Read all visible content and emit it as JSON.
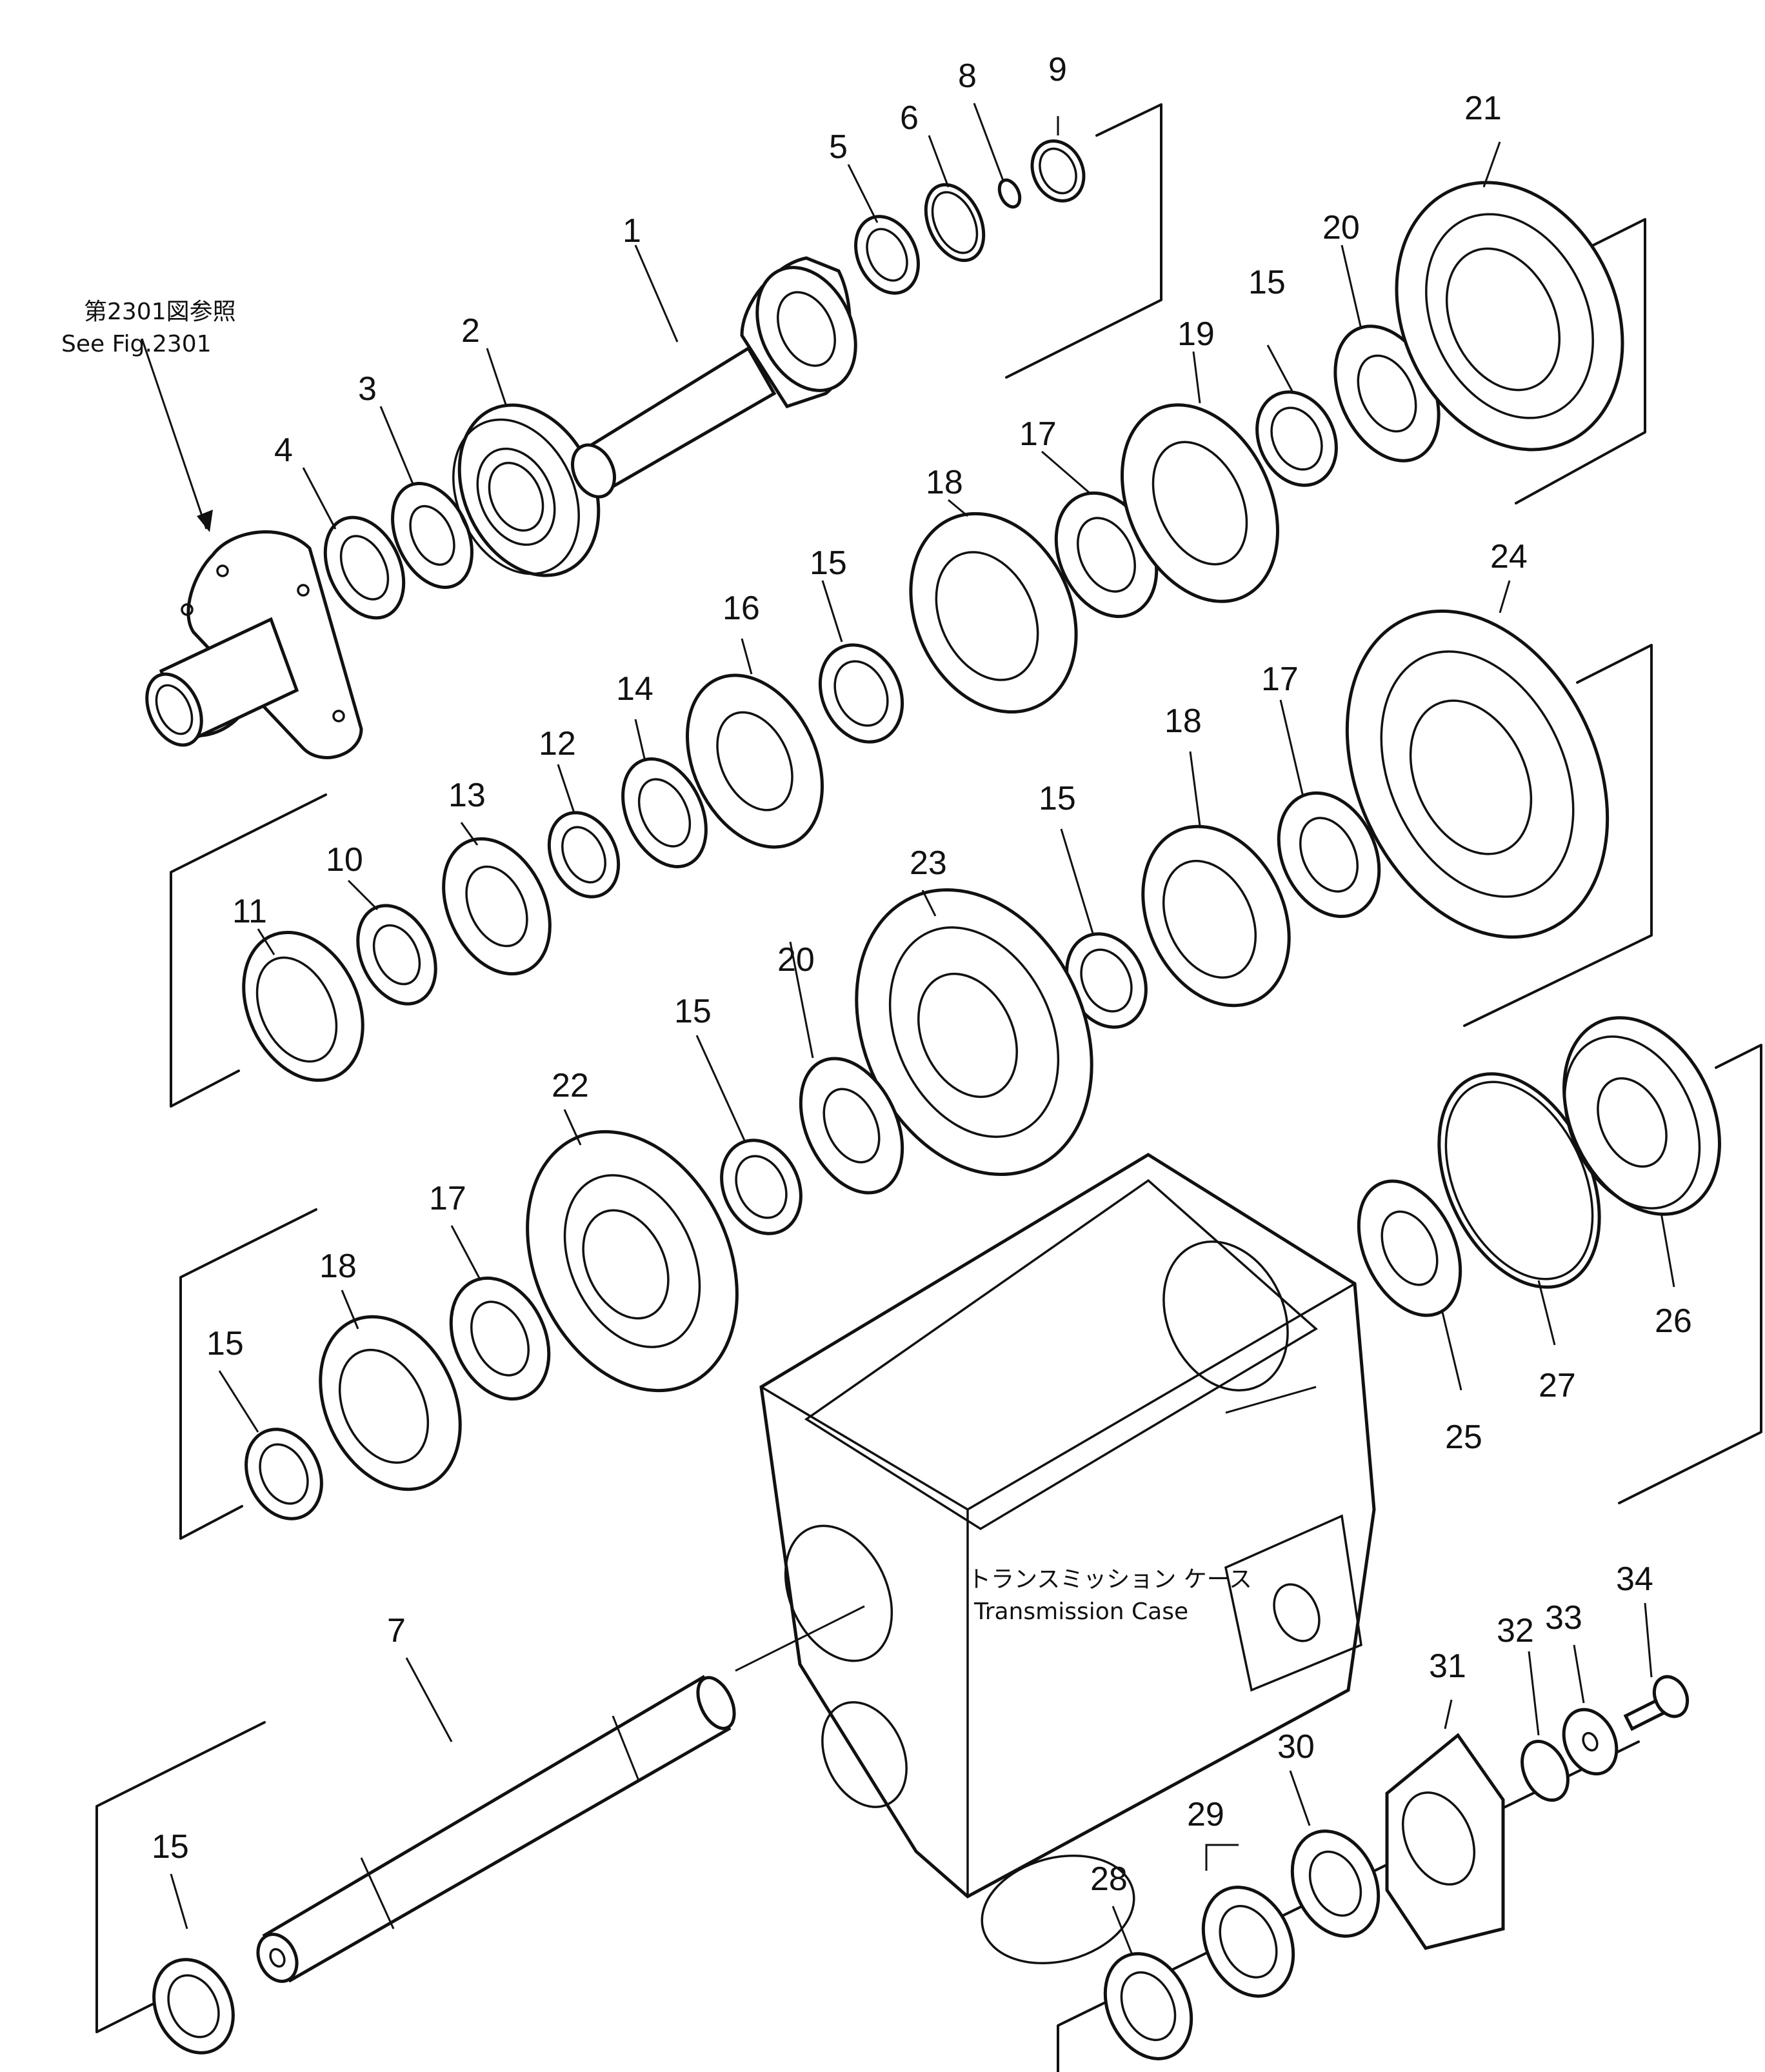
{
  "notes": {
    "ref_ja": "第2301図参照",
    "ref_en": "See Fig.2301",
    "case_ja": "トランスミッション ケース",
    "case_en": "Transmission Case"
  },
  "callouts": [
    {
      "num": "1",
      "part": "1"
    },
    {
      "num": "2",
      "part": "2"
    },
    {
      "num": "3",
      "part": "3"
    },
    {
      "num": "4",
      "part": "4"
    },
    {
      "num": "5",
      "part": "5"
    },
    {
      "num": "6",
      "part": "6"
    },
    {
      "num": "8",
      "part": "8"
    },
    {
      "num": "9",
      "part": "9"
    },
    {
      "num": "20",
      "part": "20a"
    },
    {
      "num": "21",
      "part": "21"
    },
    {
      "num": "15",
      "part": "15a"
    },
    {
      "num": "19",
      "part": "19"
    },
    {
      "num": "17",
      "part": "17a"
    },
    {
      "num": "18",
      "part": "18a"
    },
    {
      "num": "16",
      "part": "16"
    },
    {
      "num": "15",
      "part": "15b"
    },
    {
      "num": "14",
      "part": "14"
    },
    {
      "num": "12",
      "part": "12"
    },
    {
      "num": "13",
      "part": "13"
    },
    {
      "num": "10",
      "part": "10"
    },
    {
      "num": "11",
      "part": "11"
    },
    {
      "num": "24",
      "part": "24"
    },
    {
      "num": "17",
      "part": "17b"
    },
    {
      "num": "18",
      "part": "18b"
    },
    {
      "num": "15",
      "part": "15c"
    },
    {
      "num": "23",
      "part": "23"
    },
    {
      "num": "20",
      "part": "20b"
    },
    {
      "num": "15",
      "part": "15d"
    },
    {
      "num": "22",
      "part": "22"
    },
    {
      "num": "17",
      "part": "17c"
    },
    {
      "num": "18",
      "part": "18c"
    },
    {
      "num": "15",
      "part": "15e"
    },
    {
      "num": "26",
      "part": "26"
    },
    {
      "num": "27",
      "part": "27"
    },
    {
      "num": "25",
      "part": "25"
    },
    {
      "num": "7",
      "part": "7"
    },
    {
      "num": "15",
      "part": "15f"
    },
    {
      "num": "34",
      "part": "34"
    },
    {
      "num": "33",
      "part": "33"
    },
    {
      "num": "32",
      "part": "32"
    },
    {
      "num": "31",
      "part": "31"
    },
    {
      "num": "30",
      "part": "30"
    },
    {
      "num": "29",
      "part": "29"
    },
    {
      "num": "28",
      "part": "28"
    }
  ]
}
